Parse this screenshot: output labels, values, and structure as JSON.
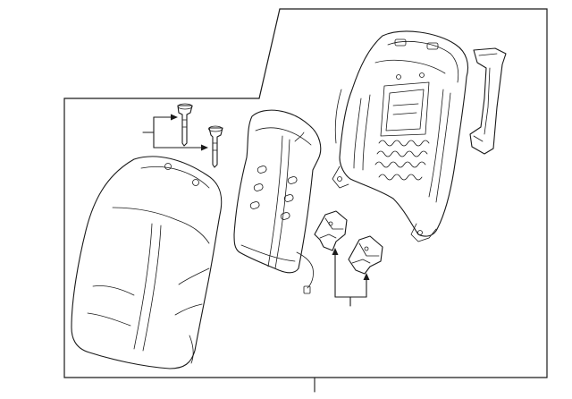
{
  "diagram": {
    "parts": [
      {
        "name": "seat-back-cover"
      },
      {
        "name": "seat-back-pad"
      },
      {
        "name": "headrest-guide-left"
      },
      {
        "name": "headrest-guide-right"
      },
      {
        "name": "seat-back-frame"
      },
      {
        "name": "side-trim-panel"
      },
      {
        "name": "clip-upper"
      },
      {
        "name": "clip-lower"
      }
    ],
    "callouts": [
      {
        "target": "headrest-guides"
      },
      {
        "target": "clips"
      },
      {
        "target": "assembly"
      }
    ]
  }
}
